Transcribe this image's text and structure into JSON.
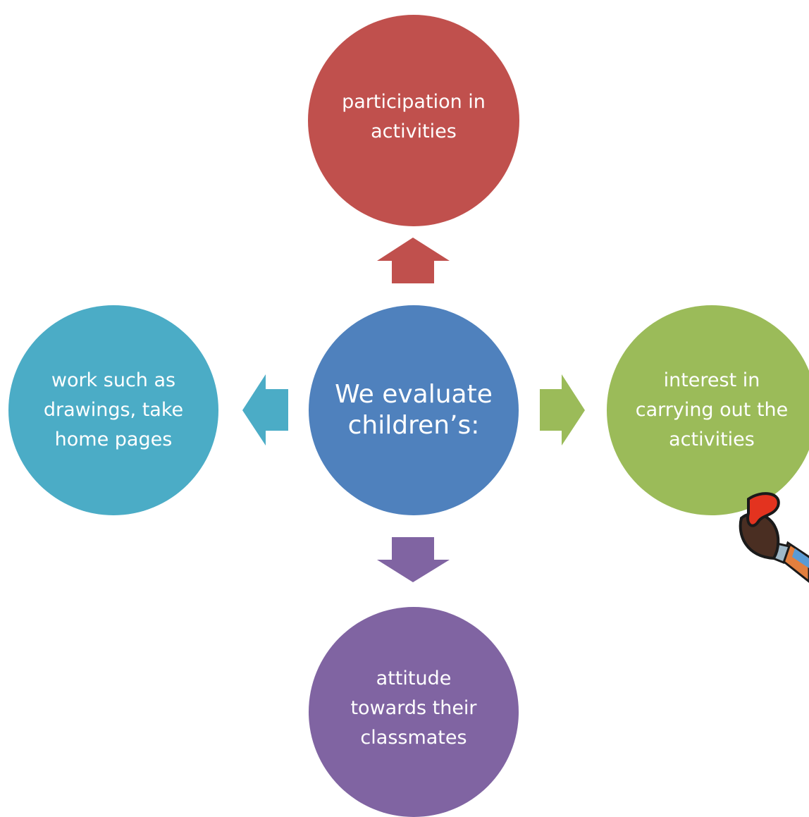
{
  "center": {
    "text": "We evaluate children’s:",
    "color": "#4f81bd"
  },
  "nodes": {
    "top": {
      "text": "participation in activities",
      "color": "#c0504d"
    },
    "left": {
      "text": "work such as drawings, take home pages",
      "color": "#4bacc6"
    },
    "right": {
      "text": "interest in carrying out the activities",
      "color": "#9bbb59"
    },
    "bottom": {
      "text": "attitude towards their classmates",
      "color": "#8064a2"
    }
  },
  "decoration": {
    "icon": "paintbrush-icon"
  }
}
